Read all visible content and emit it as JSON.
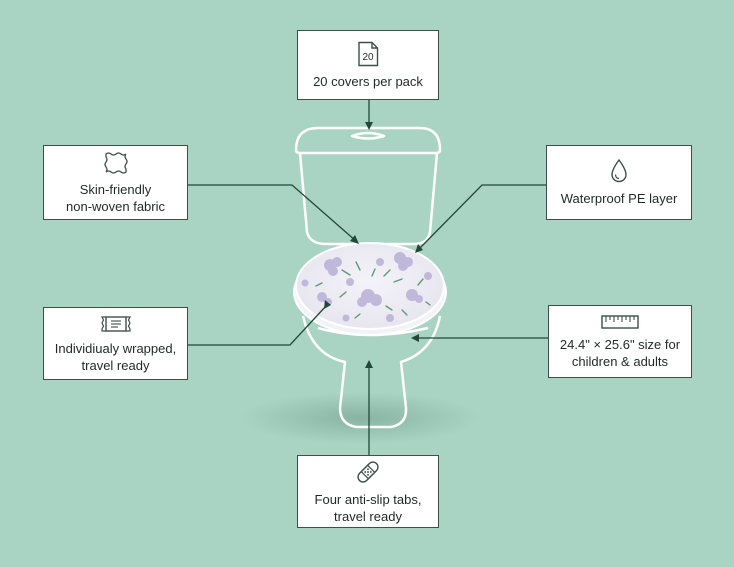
{
  "callouts": {
    "pack": {
      "label": "20 covers per pack",
      "icon": "document-20-icon",
      "icon_text": "20"
    },
    "fabric": {
      "label": "Skin-friendly\nnon-woven fabric",
      "icon": "fabric-icon"
    },
    "water": {
      "label": "Waterproof PE layer",
      "icon": "water-drop-icon"
    },
    "wrap": {
      "label": "Individiualy wrapped,\ntravel ready",
      "icon": "wrapped-packet-icon"
    },
    "size": {
      "label": "24.4\" × 25.6\" size for\nchildren & adults",
      "icon": "ruler-icon"
    },
    "tabs": {
      "label": "Four anti-slip tabs,\ntravel ready",
      "icon": "bandage-icon"
    }
  },
  "colors": {
    "background": "#a9d4c4",
    "outline": "#ffffff",
    "box_border": "#3c4f48",
    "leader_line": "#23473b",
    "flower": "#b9b0d6",
    "leaf": "#5e9a78"
  }
}
